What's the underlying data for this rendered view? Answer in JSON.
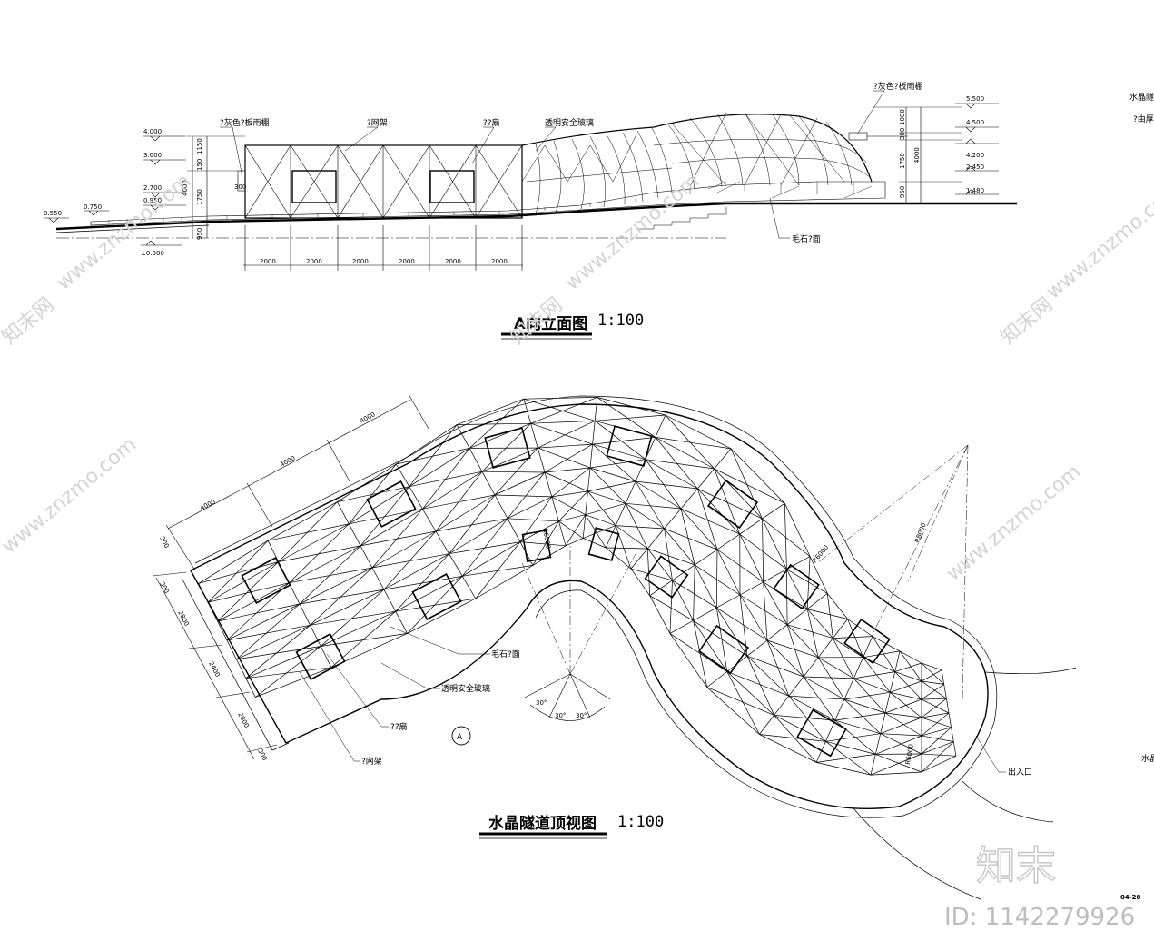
{
  "elevation": {
    "title": "A向立面图",
    "scale": "1:100",
    "levels_left": [
      "4.000",
      "3.000",
      "2.700",
      "0.950",
      "0.750",
      "0.550",
      "±0.000"
    ],
    "levels_right": [
      "5.500",
      "4.500",
      "4.200",
      "2.450",
      "1.480"
    ],
    "dims_bottom": [
      "2000",
      "2000",
      "2000",
      "2000",
      "2000",
      "2000"
    ],
    "dims_left_vertical": [
      "1150",
      "150",
      "1750",
      "4000",
      "950",
      "300"
    ],
    "dims_right_vertical": [
      "1000",
      "300",
      "1750",
      "4000",
      "950"
    ],
    "labels": {
      "canopy_left": "?灰色?板雨棚",
      "space_frame": "?网架",
      "vent": "??扇",
      "glass": "透明安全玻璃",
      "canopy_right": "?灰色?板雨棚",
      "rubble": "毛石?面"
    }
  },
  "plan": {
    "title": "水晶隧道顶视图",
    "scale": "1:100",
    "dims_top": [
      "4000",
      "4000",
      "4000"
    ],
    "dims_left": [
      "300",
      "300",
      "2800",
      "2400",
      "2800",
      "300"
    ],
    "radii": [
      "R6500",
      "R6000",
      "R8000",
      "R6000"
    ],
    "angles": [
      "30°",
      "30°",
      "30°"
    ],
    "section_mark": "A",
    "labels": {
      "rubble": "毛石?面",
      "glass": "透明安全玻璃",
      "vent": "??扇",
      "space_frame": "?网架",
      "entrance": "出入口"
    }
  },
  "side_notes": [
    "水晶隧",
    "?由厚",
    "水晶"
  ],
  "sheet_no": "04-28",
  "watermark": {
    "site": "www.znzmo.com",
    "brand": "知末网",
    "logo": "知末",
    "id": "ID: 1142279926"
  }
}
